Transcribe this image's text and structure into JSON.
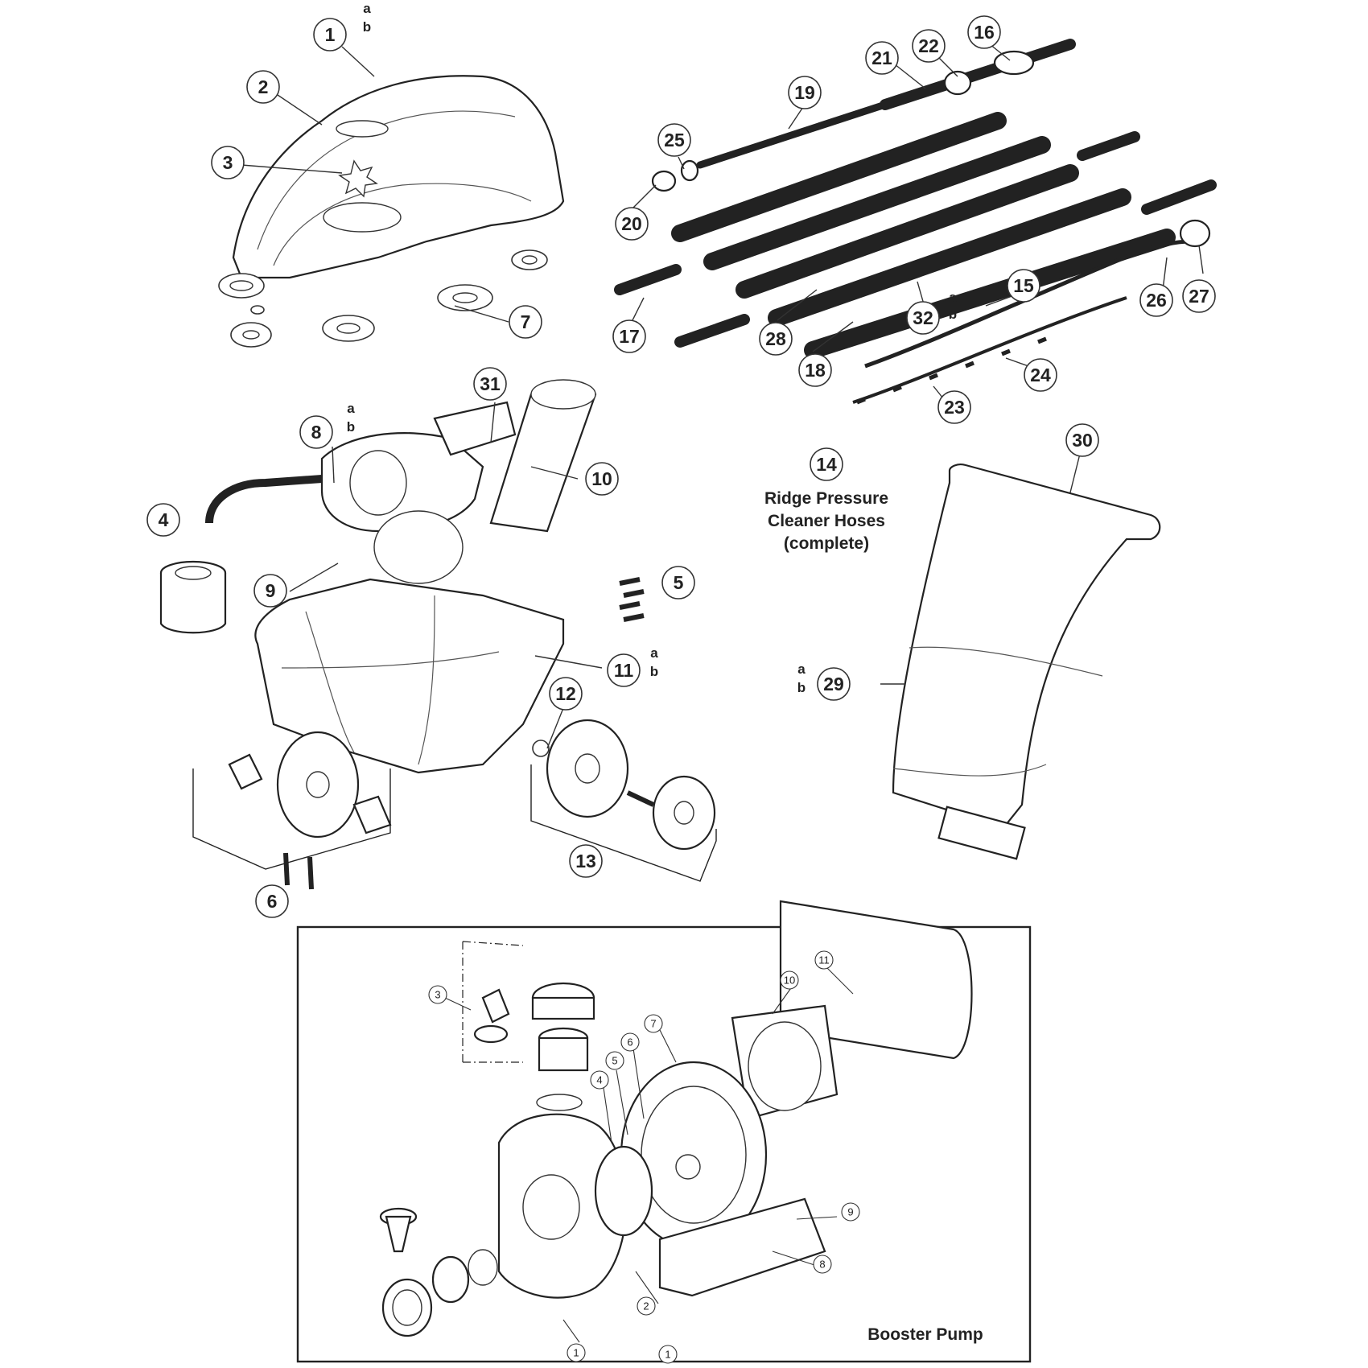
{
  "diagram_title": "Ridge Pressure Cleaner Hoses (complete)",
  "title_lines": [
    "Ridge Pressure",
    "Cleaner Hoses",
    "(complete)"
  ],
  "title_callout": "14",
  "pump_title": "Booster Pump",
  "cleaner_callouts": [
    {
      "id": "c1",
      "label": "1",
      "suffix": [
        "a",
        "b"
      ]
    },
    {
      "id": "c2",
      "label": "2"
    },
    {
      "id": "c3",
      "label": "3"
    },
    {
      "id": "c4",
      "label": "4"
    },
    {
      "id": "c5",
      "label": "5"
    },
    {
      "id": "c6",
      "label": "6"
    },
    {
      "id": "c7",
      "label": "7"
    },
    {
      "id": "c8",
      "label": "8",
      "suffix": [
        "a",
        "b"
      ]
    },
    {
      "id": "c9",
      "label": "9"
    },
    {
      "id": "c10",
      "label": "10"
    },
    {
      "id": "c11",
      "label": "11",
      "suffix": [
        "a",
        "b"
      ]
    },
    {
      "id": "c12",
      "label": "12"
    },
    {
      "id": "c13",
      "label": "13"
    },
    {
      "id": "c15",
      "label": "15"
    },
    {
      "id": "c16",
      "label": "16"
    },
    {
      "id": "c17",
      "label": "17"
    },
    {
      "id": "c18",
      "label": "18"
    },
    {
      "id": "c19",
      "label": "19"
    },
    {
      "id": "c20",
      "label": "20"
    },
    {
      "id": "c21",
      "label": "21"
    },
    {
      "id": "c22",
      "label": "22"
    },
    {
      "id": "c23",
      "label": "23"
    },
    {
      "id": "c24",
      "label": "24"
    },
    {
      "id": "c25",
      "label": "25"
    },
    {
      "id": "c26",
      "label": "26"
    },
    {
      "id": "c27",
      "label": "27"
    },
    {
      "id": "c28",
      "label": "28"
    },
    {
      "id": "c29",
      "label": "29",
      "suffix": [
        "a",
        "b"
      ]
    },
    {
      "id": "c30",
      "label": "30"
    },
    {
      "id": "c31",
      "label": "31"
    },
    {
      "id": "c32",
      "label": "32",
      "suffix": [
        "a",
        "b"
      ]
    }
  ],
  "pump_callouts": [
    {
      "id": "p1a",
      "label": "1"
    },
    {
      "id": "p1b",
      "label": "1"
    },
    {
      "id": "p2",
      "label": "2"
    },
    {
      "id": "p3",
      "label": "3"
    },
    {
      "id": "p4",
      "label": "4"
    },
    {
      "id": "p5",
      "label": "5"
    },
    {
      "id": "p6",
      "label": "6"
    },
    {
      "id": "p7",
      "label": "7"
    },
    {
      "id": "p8",
      "label": "8"
    },
    {
      "id": "p9",
      "label": "9"
    },
    {
      "id": "p10",
      "label": "10"
    },
    {
      "id": "p11",
      "label": "11"
    }
  ]
}
